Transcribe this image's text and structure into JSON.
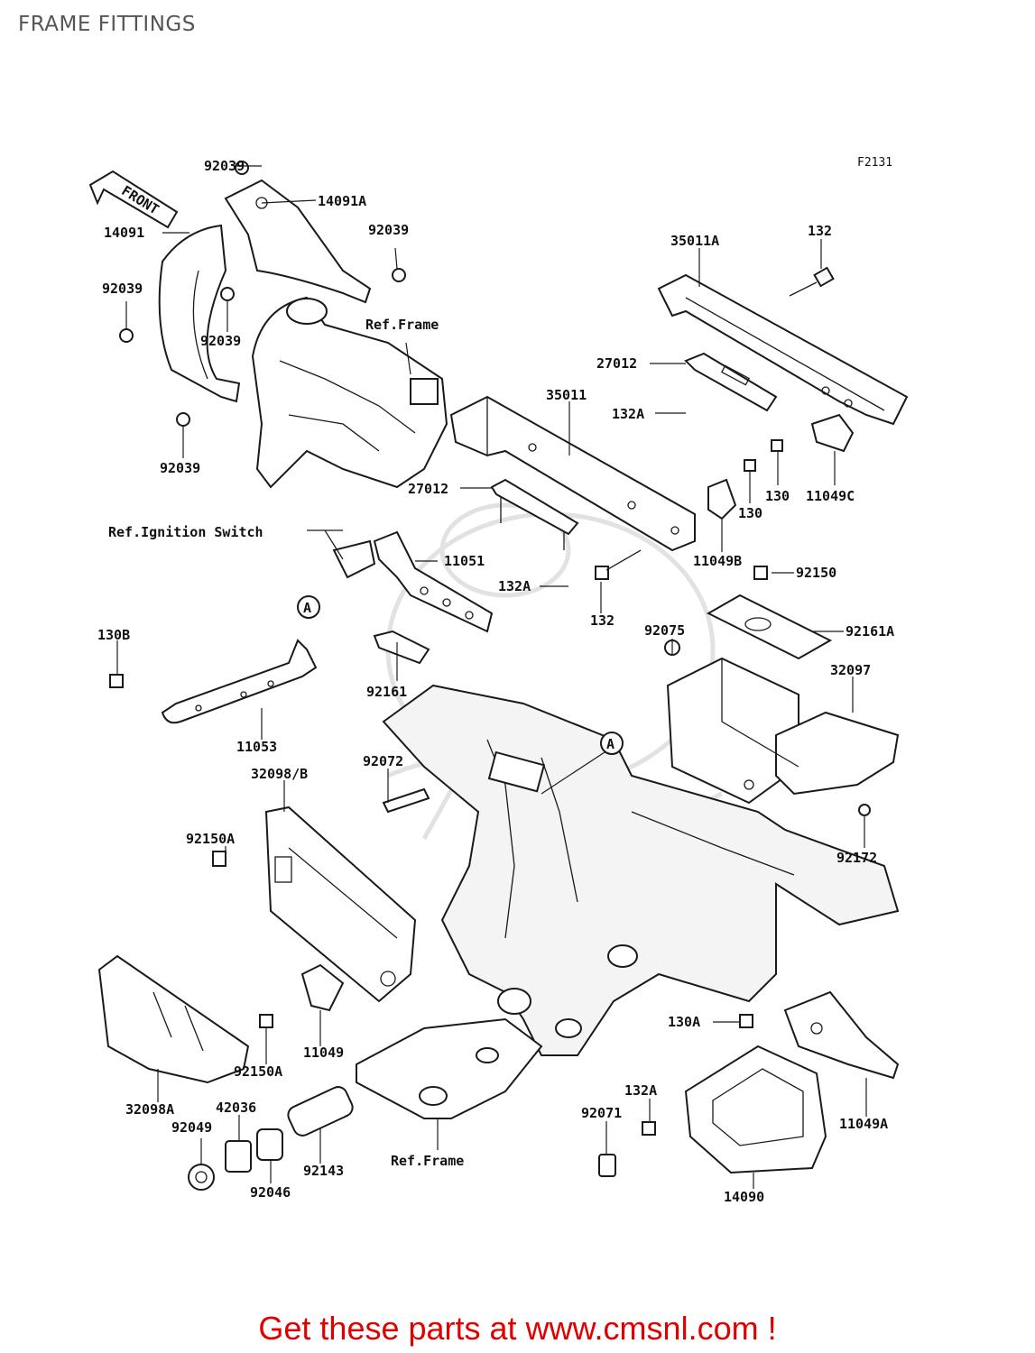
{
  "header": {
    "title": "FRAME FITTINGS",
    "figure_code": "F2131"
  },
  "front_arrow": {
    "label": "FRONT"
  },
  "reference_labels": {
    "ref_frame_top": "Ref.Frame",
    "ref_ignition": "Ref.Ignition Switch",
    "ref_frame_bottom": "Ref.Frame"
  },
  "callouts": {
    "c92039_top": "92039",
    "c14091A": "14091A",
    "c92039_r": "92039",
    "c14091": "14091",
    "c92039_l": "92039",
    "c92039_m": "92039",
    "c92039_b": "92039",
    "c35011A": "35011A",
    "c132_top": "132",
    "c27012_top": "27012",
    "c132A_top": "132A",
    "c35011": "35011",
    "c130_a": "130",
    "c11049C": "11049C",
    "c130_b": "130",
    "c27012_mid": "27012",
    "c11051": "11051",
    "c11049B": "11049B",
    "c132A_mid": "132A",
    "c132_mid": "132",
    "c92150": "92150",
    "c130B": "130B",
    "c92075": "92075",
    "c92161A": "92161A",
    "c32097": "32097",
    "c92161": "92161",
    "c11053": "11053",
    "c32098B": "32098/B",
    "c92072": "92072",
    "c92150A_top": "92150A",
    "c92172": "92172",
    "c130A": "130A",
    "c11049": "11049",
    "c92150A_bot": "92150A",
    "c32098A": "32098A",
    "c42036": "42036",
    "c92049": "92049",
    "c92143": "92143",
    "c92046": "92046",
    "c132A_bot": "132A",
    "c92071": "92071",
    "c11049A": "11049A",
    "c14090": "14090",
    "marker_a1": "A",
    "marker_a2": "A"
  },
  "footer": {
    "text": "Get these parts at www.cmsnl.com !"
  },
  "colors": {
    "footer_red": "#e00000",
    "title_grey": "#555555",
    "line": "#1a1a1a"
  }
}
